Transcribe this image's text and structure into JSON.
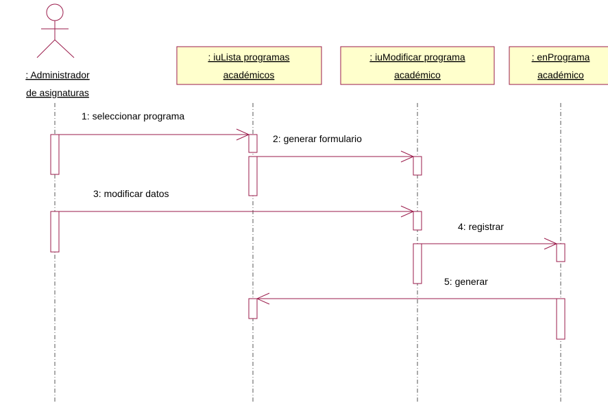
{
  "colors": {
    "line": "#9a1a4a",
    "box_fill": "#ffffcc",
    "activation_fill": "#ffffff",
    "lifeline": "#555555",
    "text": "#000000"
  },
  "actor": {
    "icon": "stick-figure-icon",
    "label_line1": ": Administrador",
    "label_line2": "de asignaturas"
  },
  "objects": [
    {
      "id": "lista",
      "label_line1": ": iuLista programas",
      "label_line2": "académicos"
    },
    {
      "id": "modificar",
      "label_line1": ": iuModificar programa",
      "label_line2": "académico"
    },
    {
      "id": "programa",
      "label_line1": ": enPrograma",
      "label_line2": "académico"
    }
  ],
  "messages": [
    {
      "label": "1: seleccionar programa",
      "from": "actor",
      "to": "lista"
    },
    {
      "label": "2: generar formulario",
      "from": "lista",
      "to": "modificar"
    },
    {
      "label": "3: modificar datos",
      "from": "actor",
      "to": "modificar"
    },
    {
      "label": "4: registrar",
      "from": "modificar",
      "to": "programa"
    },
    {
      "label": "5: generar",
      "from": "programa",
      "to": "lista"
    }
  ]
}
